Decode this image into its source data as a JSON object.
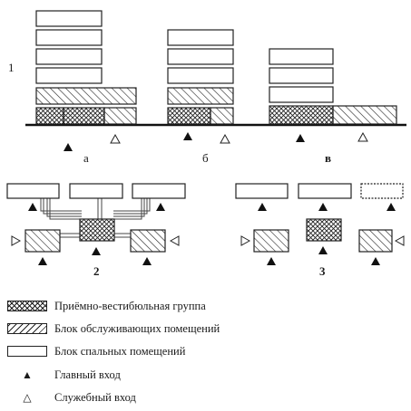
{
  "row_number": "1",
  "variant_labels": {
    "a": "а",
    "b": "б",
    "v": "в"
  },
  "scheme_labels": {
    "two": "2",
    "three": "3"
  },
  "legend": [
    {
      "key": "reception",
      "swatch": "cross",
      "text": "Приёмно-вестибюльная группа"
    },
    {
      "key": "service",
      "swatch": "hatch",
      "text": "Блок обслуживающих помещений"
    },
    {
      "key": "sleeping",
      "swatch": "plain",
      "text": "Блок спальных помещений"
    },
    {
      "key": "main_entrance",
      "swatch": "filled-triangle",
      "text": "Главный вход"
    },
    {
      "key": "service_entrance",
      "swatch": "hollow-triangle",
      "text": "Служебный вход"
    }
  ],
  "colors": {
    "ink": "#222222",
    "background": "#ffffff"
  }
}
